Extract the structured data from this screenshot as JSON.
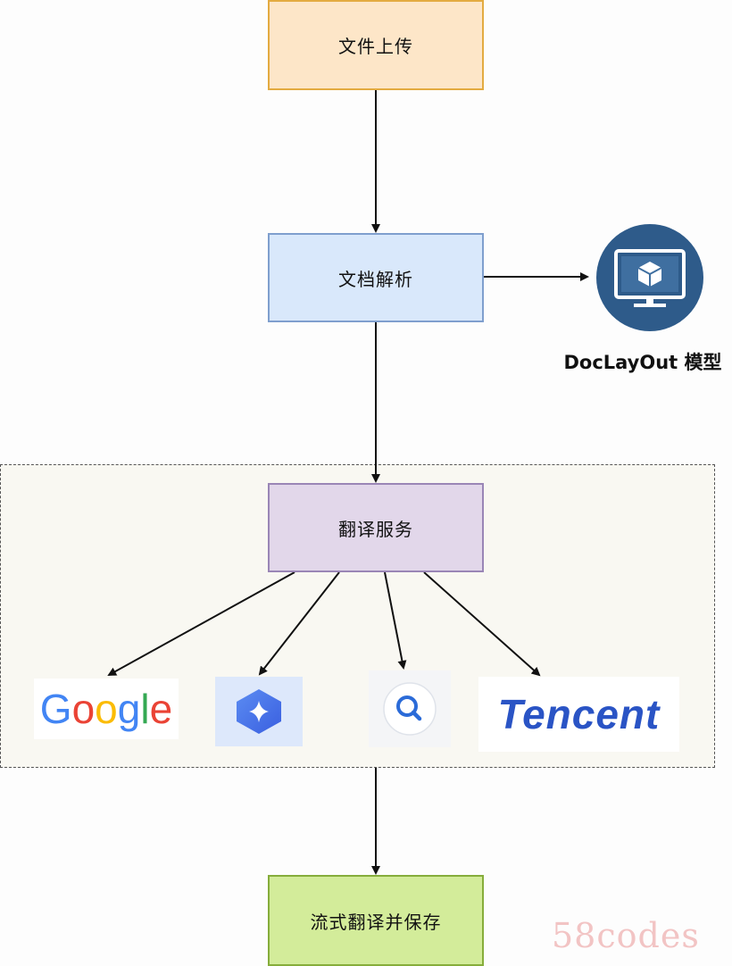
{
  "nodes": {
    "upload": "文件上传",
    "parse": "文档解析",
    "translate": "翻译服务",
    "save": "流式翻译并保存"
  },
  "model": {
    "label": "DocLayOut 模型",
    "icon": "monitor-cube-icon"
  },
  "services": [
    {
      "name": "Google",
      "icon": "google-logo"
    },
    {
      "name": "",
      "icon": "blue-spark-logo"
    },
    {
      "name": "",
      "icon": "search-logo"
    },
    {
      "name": "Tencent",
      "icon": "tencent-logo"
    }
  ],
  "watermark": "58codes",
  "colors": {
    "upload_fill": "#fde6c8",
    "upload_border": "#e3ab41",
    "parse_fill": "#d9e8fb",
    "parse_border": "#7f9fce",
    "translate_fill": "#e2d7ea",
    "translate_border": "#9a86b6",
    "save_fill": "#d3ec9a",
    "save_border": "#86ad3b",
    "model_badge": "#2e5b8a"
  }
}
